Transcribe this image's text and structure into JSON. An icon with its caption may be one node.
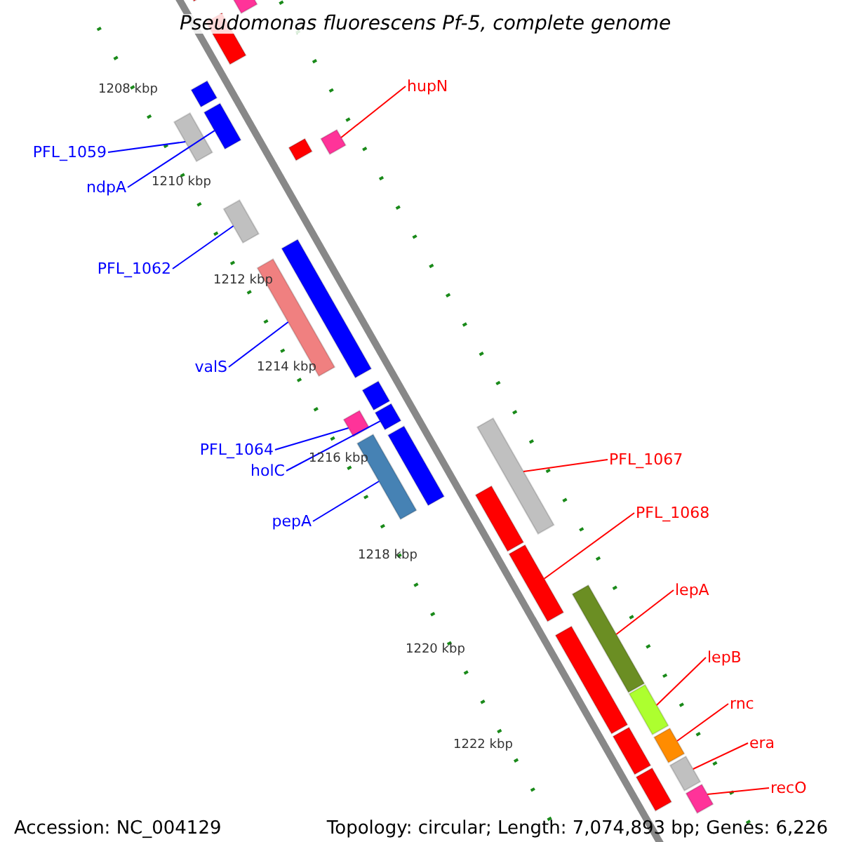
{
  "diagram": {
    "title": "Pseudomonas fluorescens Pf-5, complete genome",
    "nodes": [
      {
        "text": [
          "hupN"
        ]
      },
      {
        "text": [],
        "shape": "bar"
      },
      {
        "text": [
          "PFL_1059"
        ]
      },
      {
        "text": [],
        "shape": "bar"
      },
      {
        "text": [
          "ndpA"
        ]
      },
      {
        "text": [],
        "shape": "bar"
      },
      {
        "text": [
          "PFL_1062"
        ]
      },
      {
        "text": [],
        "shape": "bar"
      },
      {
        "text": [
          "valS"
        ]
      },
      {
        "text": [],
        "shape": "bar"
      },
      {
        "text": [
          "PFL_1064"
        ]
      },
      {
        "text": [],
        "shape": "bar"
      },
      {
        "text": [
          "holC"
        ]
      },
      {
        "text": [],
        "shape": "bar"
      },
      {
        "text": [
          "pepA"
        ]
      },
      {
        "text": [],
        "shape": "bar"
      },
      {
        "text": [
          "PFL_1067"
        ]
      },
      {
        "text": [],
        "shape": "bar"
      },
      {
        "text": [
          "PFL_1068"
        ]
      },
      {
        "text": [],
        "shape": "bar"
      },
      {
        "text": [
          "lepA"
        ]
      },
      {
        "text": [],
        "shape": "bar"
      },
      {
        "text": [
          "lepB"
        ]
      },
      {
        "text": [],
        "shape": "bar"
      },
      {
        "text": [
          "rnc"
        ]
      },
      {
        "text": [],
        "shape": "bar"
      },
      {
        "text": [
          "era"
        ]
      },
      {
        "text": [],
        "shape": "bar"
      },
      {
        "text": [
          "recO"
        ]
      },
      {
        "text": [],
        "shape": "bar"
      },
      {
        "text": [],
        "shape": "bar"
      },
      {
        "text": [],
        "shape": "bar"
      },
      {
        "text": [],
        "shape": "bar"
      },
      {
        "text": [],
        "shape": "bar"
      },
      {
        "text": [],
        "shape": "bar"
      },
      {
        "text": [],
        "shape": "bar"
      },
      {
        "text": [],
        "shape": "bar"
      },
      {
        "text": [],
        "shape": "bar"
      },
      {
        "text": [],
        "shape": "bar"
      },
      {
        "text": [],
        "shape": "bar"
      },
      {
        "text": [],
        "shape": "bar"
      },
      {
        "text": [],
        "shape": "bar"
      }
    ],
    "edges": [
      {
        "from": 0,
        "to": 1,
        "arrow": "none"
      },
      {
        "from": 2,
        "to": 3,
        "arrow": "none",
        "color": "#0000ff"
      },
      {
        "from": 4,
        "to": 5,
        "arrow": "none",
        "color": "#0000ff"
      },
      {
        "from": 6,
        "to": 7,
        "arrow": "none",
        "color": "#0000ff"
      },
      {
        "from": 8,
        "to": 9,
        "arrow": "none",
        "color": "#0000ff"
      },
      {
        "from": 10,
        "to": 11,
        "arrow": "none",
        "color": "#0000ff"
      },
      {
        "from": 12,
        "to": 13,
        "arrow": "none",
        "color": "#0000ff"
      },
      {
        "from": 14,
        "to": 15,
        "arrow": "none",
        "color": "#0000ff"
      },
      {
        "from": 16,
        "to": 17,
        "arrow": "none"
      },
      {
        "from": 18,
        "to": 19,
        "arrow": "none"
      },
      {
        "from": 20,
        "to": 21,
        "arrow": "none"
      },
      {
        "from": 22,
        "to": 23,
        "arrow": "none"
      },
      {
        "from": 24,
        "to": 25,
        "arrow": "none"
      },
      {
        "from": 26,
        "to": 27,
        "arrow": "none"
      },
      {
        "from": 28,
        "to": 29,
        "arrow": "none"
      }
    ],
    "labels": [
      "1208 kbp",
      "1210 kbp",
      "1212 kbp",
      "1214 kbp",
      "1216 kbp",
      "1218 kbp",
      "1220 kbp",
      "1222 kbp",
      "Accession: NC_004129",
      "Topology: circular; Length: 7,074,893 bp; Genes: 6,226"
    ]
  }
}
